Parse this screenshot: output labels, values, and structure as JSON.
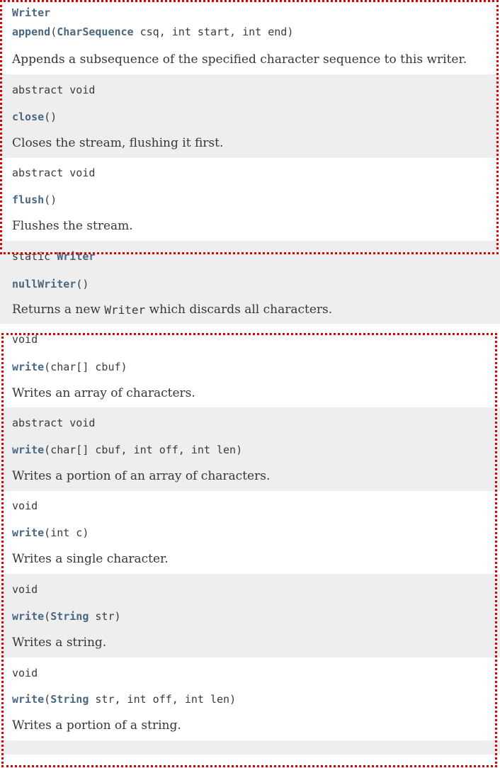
{
  "method_rows": [
    {
      "modifier_type": "Writer",
      "name": "append",
      "params": [
        {
          "type": "CharSequence",
          "type_linked": true,
          "rest": " csq, int start, int end"
        }
      ],
      "description": "Appends a subsequence of the specified character sequence to this writer."
    },
    {
      "modifier": "abstract void",
      "name": "close",
      "params_text": "",
      "description": "Closes the stream, flushing it first."
    },
    {
      "modifier": "abstract void",
      "name": "flush",
      "params_text": "",
      "description": "Flushes the stream."
    },
    {
      "modifier": "static ",
      "modifier_type": "Writer",
      "name": "nullWriter",
      "params_text": "",
      "description_before": "Returns a new ",
      "description_code": "Writer",
      "description_after": " which discards all characters."
    },
    {
      "modifier": "void",
      "name": "write",
      "params_text": "char[] cbuf",
      "description": "Writes an array of characters."
    },
    {
      "modifier": "abstract void",
      "name": "write",
      "params_text": "char[] cbuf, int off, int len",
      "description": "Writes a portion of an array of characters."
    },
    {
      "modifier": "void",
      "name": "write",
      "params_text": "int c",
      "description": "Writes a single character."
    },
    {
      "modifier": "void",
      "name": "write",
      "params": [
        {
          "type": "String",
          "type_linked": true,
          "rest": " str"
        }
      ],
      "description": "Writes a string."
    },
    {
      "modifier": "void",
      "name": "write",
      "params": [
        {
          "type": "String",
          "type_linked": true,
          "rest": " str, int off, int len"
        }
      ],
      "description": "Writes a portion of a string."
    }
  ],
  "colors": {
    "link": "#4a6782",
    "alt_row_background": "#eeeeee",
    "highlight_border": "#dd0000"
  }
}
